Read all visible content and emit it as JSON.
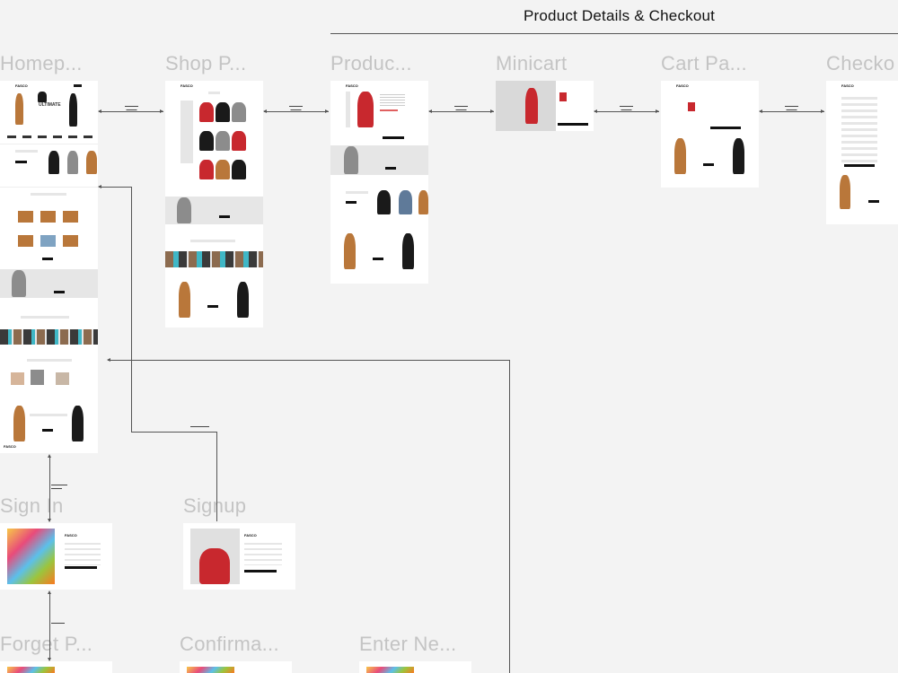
{
  "section": {
    "title": "Product Details & Checkout"
  },
  "labels": {
    "homepage": "Homep...",
    "shop": "Shop P...",
    "product": "Produc...",
    "minicart": "Minicart",
    "cart": "Cart Pa...",
    "checkout": "Checko",
    "signin": "Sign In",
    "signup": "Signup",
    "forget": "Forget P...",
    "confirm": "Confirma...",
    "enter_new": "Enter Ne..."
  },
  "brand": {
    "logo": "FASCO",
    "hero_word": "ULTIMATE"
  },
  "colors": {
    "background": "#f3f3f3",
    "frame": "#ffffff",
    "connector": "#555555",
    "label": "#c4c4c4"
  }
}
